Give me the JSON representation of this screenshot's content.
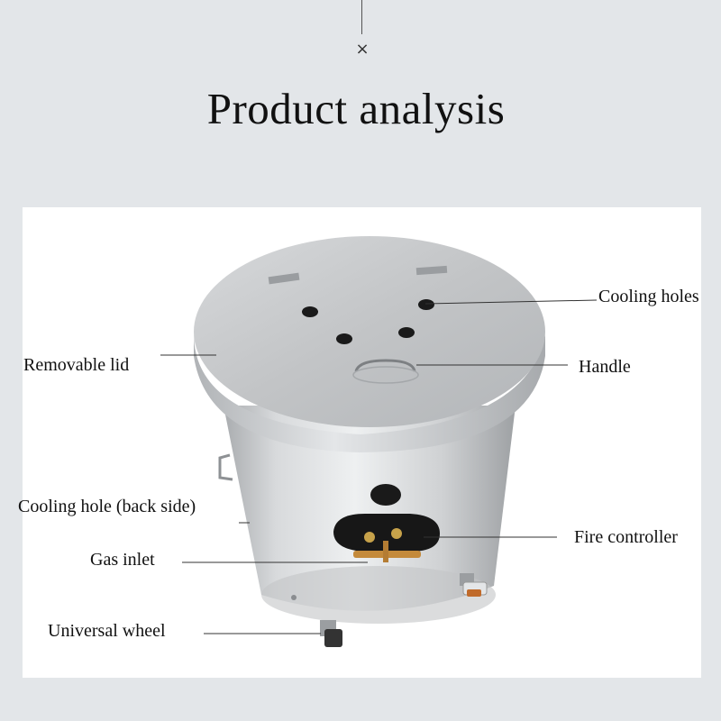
{
  "title": "Product analysis",
  "close_symbol": "×",
  "labels": {
    "cooling_holes": "Cooling holes",
    "removable_lid": "Removable lid",
    "handle": "Handle",
    "cooling_hole_back": "Cooling hole (back side)",
    "fire_controller": "Fire controller",
    "gas_inlet": "Gas inlet",
    "universal_wheel": "Universal wheel"
  },
  "colors": {
    "background": "#e3e6e9",
    "panel": "#ffffff",
    "steel": "#c9cbcd",
    "text": "#111111"
  }
}
